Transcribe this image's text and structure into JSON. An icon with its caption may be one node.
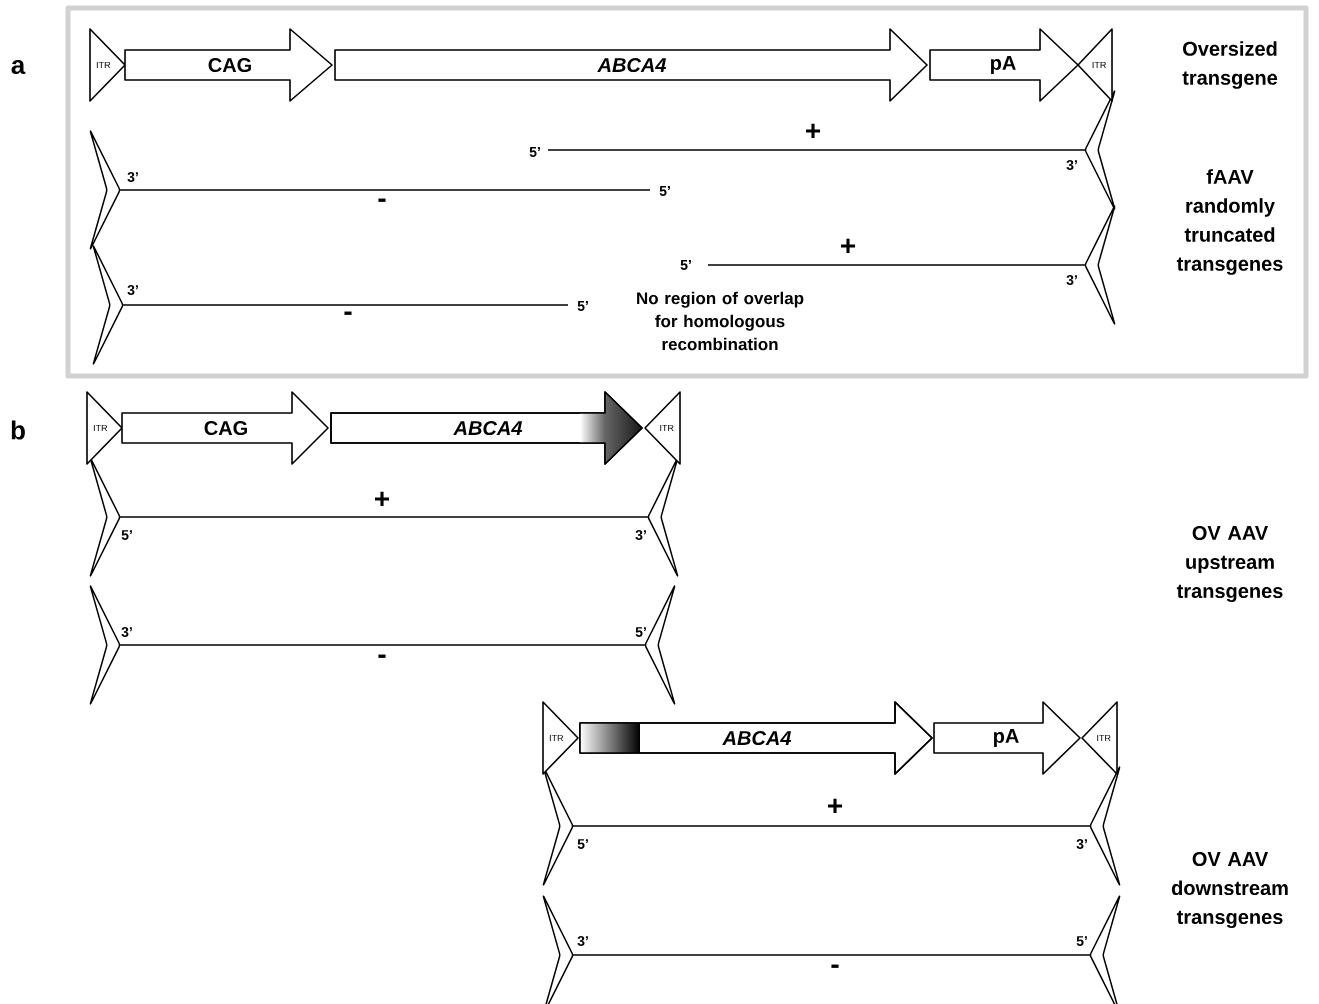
{
  "diagram": {
    "nodes": [
      {
        "text": [
          "ITR"
        ]
      },
      {
        "text": [
          "CAG"
        ]
      },
      {
        "text": [
          "ABCA4"
        ]
      },
      {
        "text": [
          "pA"
        ]
      },
      {
        "text": [
          "ITR"
        ]
      },
      {
        "text": [
          "ITR"
        ]
      },
      {
        "text": [
          "CAG"
        ]
      },
      {
        "text": [
          "ABCA4"
        ]
      },
      {
        "text": [
          "ITR"
        ]
      },
      {
        "text": [
          "ITR"
        ]
      },
      {
        "text": [
          "ABCA4"
        ]
      },
      {
        "text": [
          "pA"
        ]
      },
      {
        "text": [
          "ITR"
        ]
      }
    ],
    "labels": [
      "a",
      "Oversized transgene",
      "+",
      "5’",
      "3’",
      "3’",
      "5’",
      "-",
      "fAAV randomly truncated transgenes",
      "+",
      "5’",
      "3’",
      "3’",
      "5’",
      "-",
      "No region of overlap for homologous recombination",
      "b",
      "+",
      "5’",
      "3’",
      "OV AAV upstream transgenes",
      "3’",
      "5’",
      "-",
      "+",
      "5’",
      "3’",
      "OV AAV downstream transgenes",
      "3’",
      "5’",
      "-"
    ]
  }
}
